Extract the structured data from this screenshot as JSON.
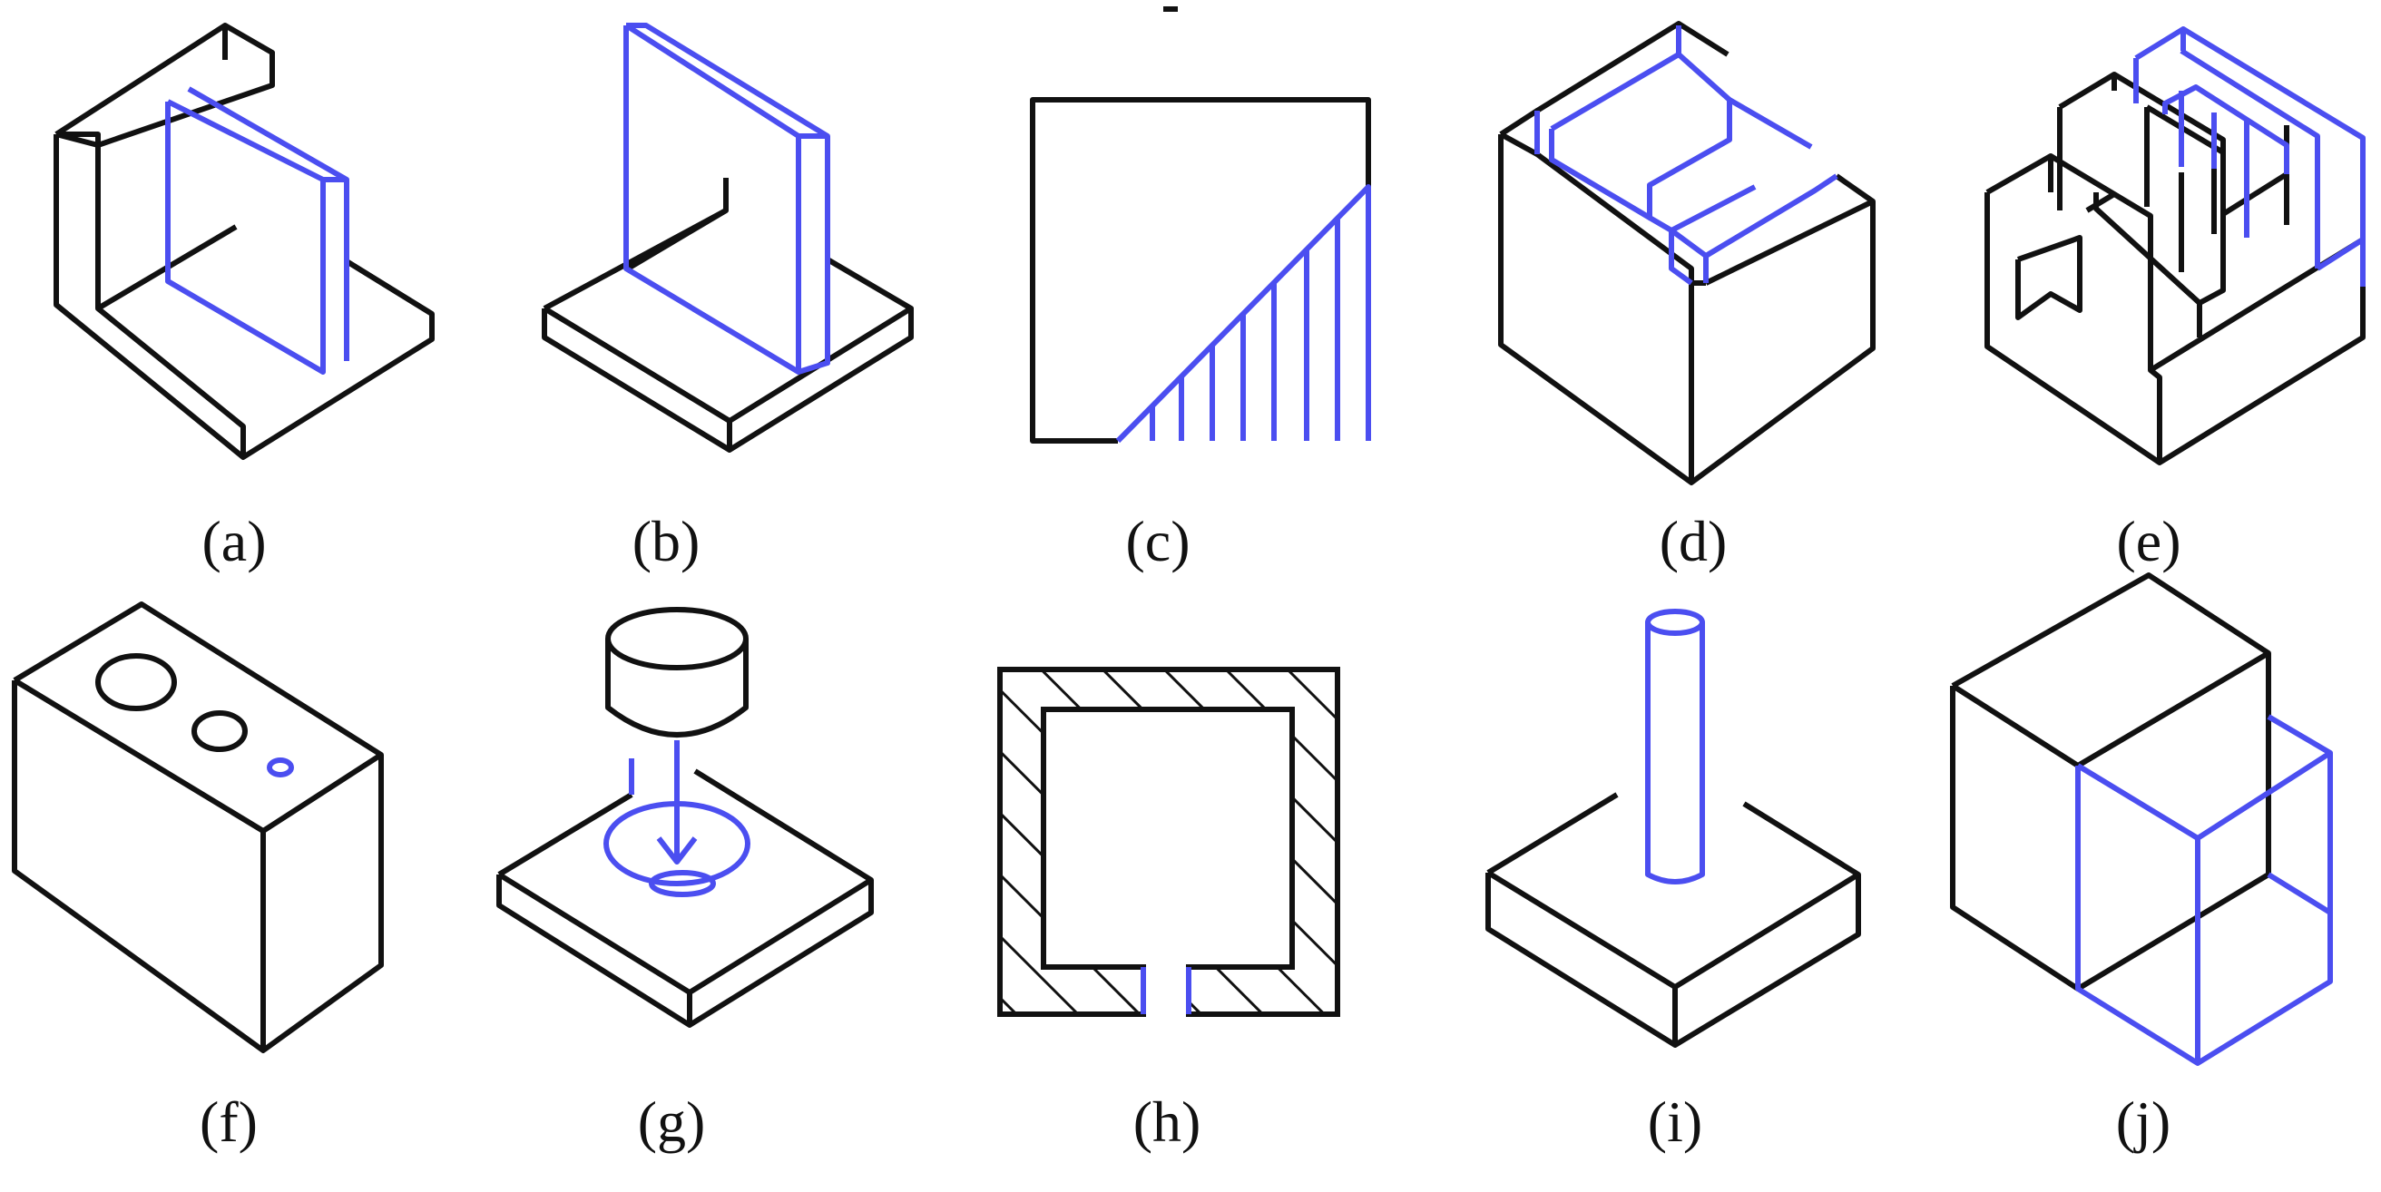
{
  "colors": {
    "outline": "#111111",
    "highlight": "#4b4ef0"
  },
  "panels": [
    {
      "id": "a",
      "label": "(a)"
    },
    {
      "id": "b",
      "label": "(b)"
    },
    {
      "id": "c",
      "label": "(c)"
    },
    {
      "id": "d",
      "label": "(d)"
    },
    {
      "id": "e",
      "label": "(e)"
    },
    {
      "id": "f",
      "label": "(f)"
    },
    {
      "id": "g",
      "label": "(g)"
    },
    {
      "id": "h",
      "label": "(h)"
    },
    {
      "id": "i",
      "label": "(i)"
    },
    {
      "id": "j",
      "label": "(j)"
    }
  ]
}
